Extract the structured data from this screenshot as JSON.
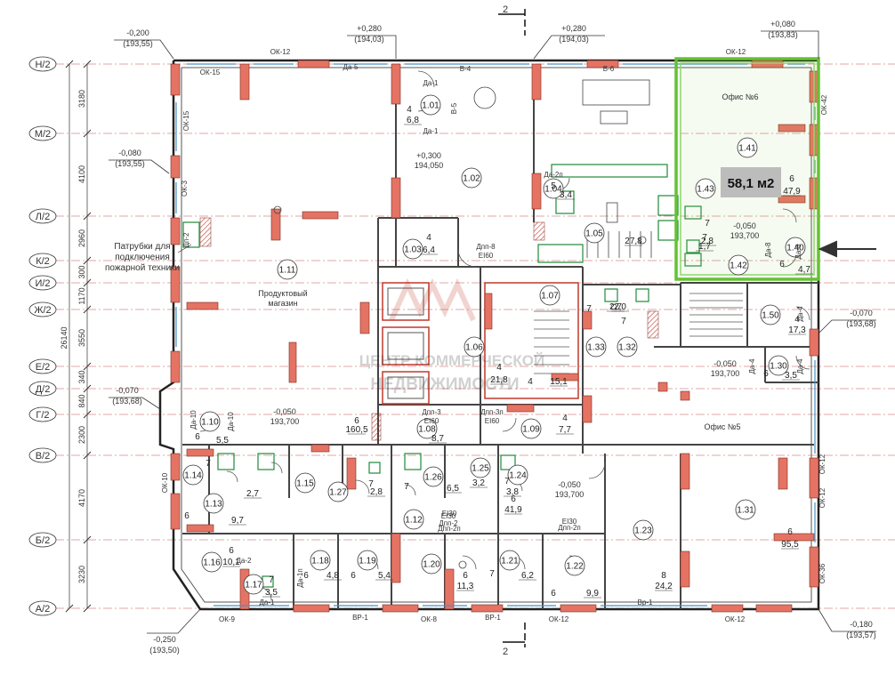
{
  "axes": [
    "Н/2",
    "М/2",
    "Л/2",
    "К/2",
    "И/2",
    "Ж/2",
    "Е/2",
    "Д/2",
    "Г/2",
    "В/2",
    "Б/2",
    "А/2"
  ],
  "dimensions_left": [
    "3180",
    "4100",
    "2960",
    "300",
    "1170",
    "3550",
    "340",
    "840",
    "2300",
    "4170",
    "3230"
  ],
  "overall_dimension": "26140",
  "section_label": "2",
  "elevations": [
    {
      "level": "-0,200",
      "abs": "(193,55)"
    },
    {
      "level": "+0,280",
      "abs": "(194,03)"
    },
    {
      "level": "+0,280",
      "abs": "(194,03)"
    },
    {
      "level": "+0,080",
      "abs": "(193,83)"
    },
    {
      "level": "-0,080",
      "abs": "(193,55)"
    },
    {
      "level": "-0,070",
      "abs": "(193,68)"
    },
    {
      "level": "-0,070",
      "abs": "(193,68)"
    },
    {
      "level": "-0,250",
      "abs": "(193,50)"
    },
    {
      "level": "-0,180",
      "abs": "(193,57)"
    }
  ],
  "floor_levels": [
    {
      "level": "+0,300",
      "abs": "194,050"
    },
    {
      "level": "-0,050",
      "abs": "193,700"
    },
    {
      "level": "-0,050",
      "abs": "193,700"
    },
    {
      "level": "-0,050",
      "abs": "193,700"
    },
    {
      "level": "-0,050",
      "abs": "193,700"
    }
  ],
  "annotations": {
    "fire_inlets": [
      "Патрубки для",
      "подключения",
      "пожарной техники"
    ],
    "shop": [
      "Продуктовый",
      "магазин"
    ],
    "office6": "Офис №6",
    "office5": "Офис №5",
    "highlight_area": "58,1 м2",
    "watermark_1": "ЦЕНТР КОММЕРЧЕСКОЙ",
    "watermark_2": "НЕДВИЖИМОСТИ"
  },
  "rooms": [
    {
      "id": "1.01",
      "cat": "4",
      "area": "6,8"
    },
    {
      "id": "1.02",
      "cat": "",
      "area": ""
    },
    {
      "id": "1.03",
      "cat": "4",
      "area": "6,4"
    },
    {
      "id": "1.04",
      "cat": "5",
      "area": "3,4"
    },
    {
      "id": "1.05",
      "cat": "",
      "area": "27,8"
    },
    {
      "id": "1.06",
      "cat": "4",
      "area": "21,8"
    },
    {
      "id": "1.07",
      "cat": "4",
      "area": "15,1"
    },
    {
      "id": "1.08",
      "cat": "",
      "area": "8,7"
    },
    {
      "id": "1.09",
      "cat": "4",
      "area": "7,7"
    },
    {
      "id": "1.10",
      "cat": "6",
      "area": "5,5"
    },
    {
      "id": "1.11",
      "cat": "6",
      "area": "160,5"
    },
    {
      "id": "1.12",
      "cat": "6",
      "area": "41,9"
    },
    {
      "id": "1.13",
      "cat": "6",
      "area": "9,7"
    },
    {
      "id": "1.14",
      "cat": "7",
      "area": "2,7"
    },
    {
      "id": "1.15",
      "cat": "",
      "area": ""
    },
    {
      "id": "1.16",
      "cat": "6",
      "area": "10,1"
    },
    {
      "id": "1.17",
      "cat": "7",
      "area": "3,5"
    },
    {
      "id": "1.18",
      "cat": "6",
      "area": "4,8"
    },
    {
      "id": "1.19",
      "cat": "6",
      "area": "5,4"
    },
    {
      "id": "1.20",
      "cat": "6",
      "area": "11,3"
    },
    {
      "id": "1.21",
      "cat": "7",
      "area": "6,2"
    },
    {
      "id": "1.22",
      "cat": "6",
      "area": "9,9"
    },
    {
      "id": "1.23",
      "cat": "8",
      "area": "24,2"
    },
    {
      "id": "1.24",
      "cat": "7",
      "area": "3,8"
    },
    {
      "id": "1.25",
      "cat": "",
      "area": "3,2"
    },
    {
      "id": "1.26",
      "cat": "7",
      "area": "6,5"
    },
    {
      "id": "1.27",
      "cat": "7",
      "area": "2,8"
    },
    {
      "id": "1.30",
      "cat": "6",
      "area": "3,5"
    },
    {
      "id": "1.31",
      "cat": "6",
      "area": "95,5"
    },
    {
      "id": "1.32",
      "cat": "7",
      "area": "2,0"
    },
    {
      "id": "1.33",
      "cat": "7",
      "area": "2,7"
    },
    {
      "id": "1.40",
      "cat": "6",
      "area": "4,7"
    },
    {
      "id": "1.41",
      "cat": "6",
      "area": "47,9"
    },
    {
      "id": "1.42",
      "cat": "7",
      "area": "1,7"
    },
    {
      "id": "1.43",
      "cat": "7",
      "area": "2,8"
    },
    {
      "id": "1.50",
      "cat": "4",
      "area": "17,3"
    }
  ],
  "marks": [
    "ОК-12",
    "ОК-15",
    "ОК-42",
    "ОК-12",
    "ОК-3",
    "ОК-15",
    "ОК-10",
    "ОК-12",
    "ОК-12",
    "ОК-36",
    "ОК-9",
    "ОК-8",
    "ОК-12",
    "ОК-12",
    "Да-5",
    "Да-1",
    "Да-1",
    "Да-2п",
    "Да-8",
    "Да-8",
    "Да-4",
    "Да-4",
    "Да-4",
    "Да-10",
    "Да-10",
    "Да-2",
    "Да-1",
    "Да-1п",
    "Дп-2",
    "В-4",
    "В-5",
    "В-6",
    "ВР-1",
    "ВР-1",
    "Вр-1",
    "Дпп-8",
    "EI60",
    "Дпп-3",
    "EI60",
    "Дпп-3п",
    "EI60",
    "Дпп-2",
    "EI30",
    "Дпп-2п",
    "EI30",
    "Дпп-2п",
    "EI30"
  ]
}
